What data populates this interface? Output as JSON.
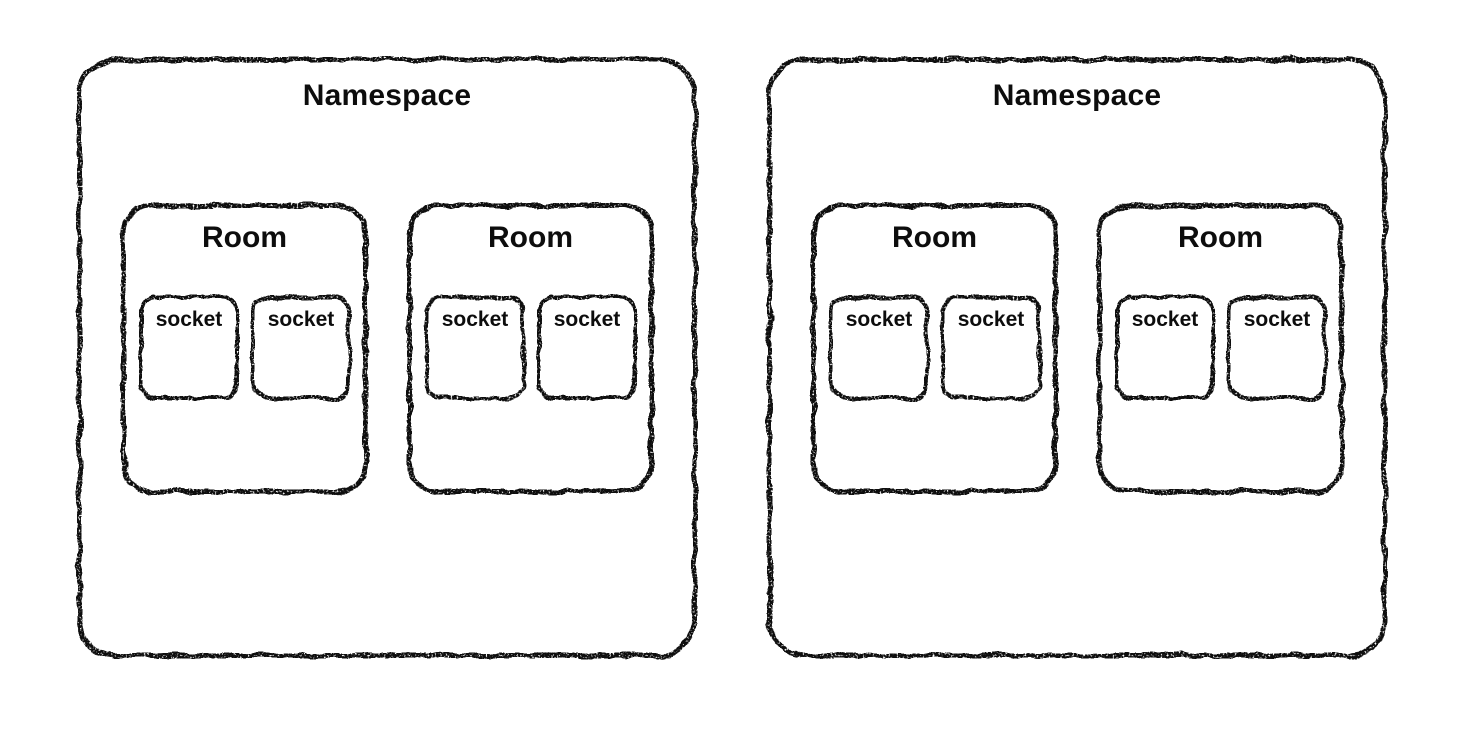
{
  "colors": {
    "ink": "#0d0d0d",
    "background": "#ffffff"
  },
  "diagram": {
    "namespaces": [
      {
        "title": "Namespace",
        "rooms": [
          {
            "title": "Room",
            "sockets": [
              {
                "label": "socket"
              },
              {
                "label": "socket"
              }
            ]
          },
          {
            "title": "Room",
            "sockets": [
              {
                "label": "socket"
              },
              {
                "label": "socket"
              }
            ]
          }
        ]
      },
      {
        "title": "Namespace",
        "rooms": [
          {
            "title": "Room",
            "sockets": [
              {
                "label": "socket"
              },
              {
                "label": "socket"
              }
            ]
          },
          {
            "title": "Room",
            "sockets": [
              {
                "label": "socket"
              },
              {
                "label": "socket"
              }
            ]
          }
        ]
      }
    ]
  }
}
